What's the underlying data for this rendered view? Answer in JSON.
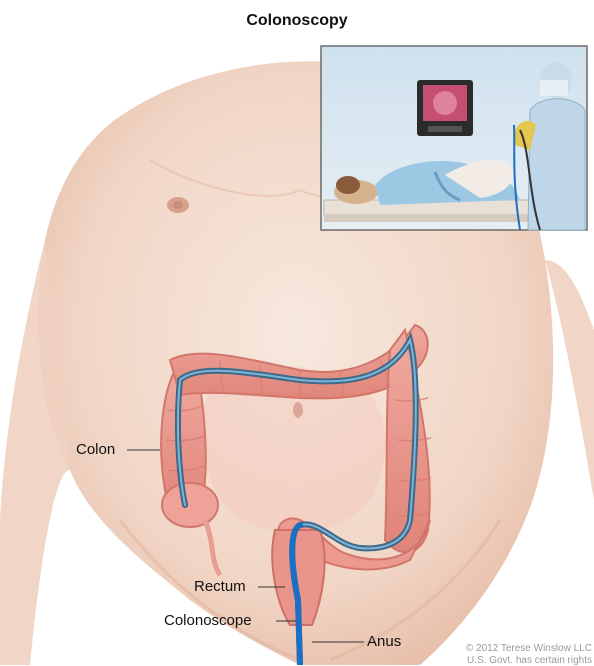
{
  "figure": {
    "title": "Colonoscopy",
    "labels": {
      "colon": "Colon",
      "rectum": "Rectum",
      "colonoscope": "Colonoscope",
      "anus": "Anus"
    },
    "copyright": {
      "line1": "© 2012 Terese Winslow LLC",
      "line2": "U.S. Govt. has certain rights"
    }
  },
  "colors": {
    "skin_light": "#f6e6dc",
    "skin_mid": "#f0d0bf",
    "skin_shadow": "#e6b9a3",
    "colon_outer": "#e8948a",
    "colon_inner": "#f2b2a8",
    "scope_dark": "#3c6b8c",
    "scope_light": "#5aa0cc",
    "scope_blue": "#1d6fc4",
    "inset_bg": "#d7e6f0",
    "gown_blue": "#a9cde6",
    "monitor_screen": "#c44f72"
  },
  "inset": {
    "description_icons": [
      "patient-icon",
      "doctor-icon",
      "monitor-icon",
      "table-icon"
    ]
  }
}
